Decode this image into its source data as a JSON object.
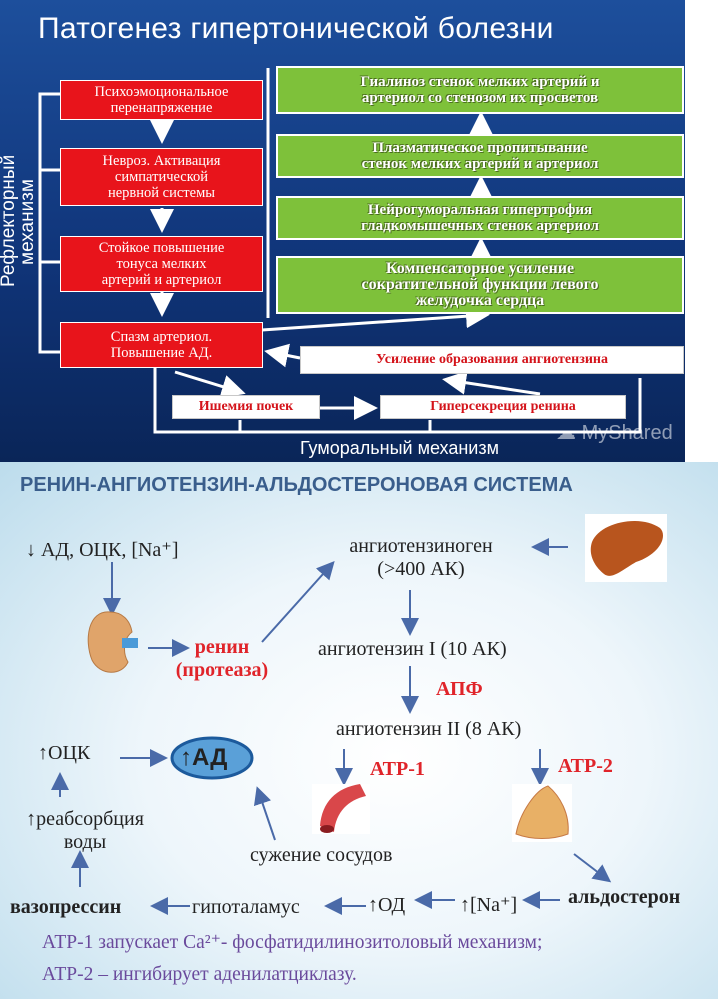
{
  "top_panel": {
    "title": "Патогенез гипертонической болезни",
    "side_label": [
      "Рефлекторный",
      "механизм"
    ],
    "bottom_label": "Гуморальный механизм",
    "watermark": "MyShared",
    "red_boxes": [
      [
        "Психоэмоциональное",
        "перенапряжение"
      ],
      [
        "Невроз. Активация",
        "симпатической",
        "нервной системы"
      ],
      [
        "Стойкое повышение",
        "тонуса мелких",
        "артерий и артериол"
      ],
      [
        "Спазм артериол.",
        "Повышение АД."
      ]
    ],
    "green_boxes": [
      [
        "Гиалиноз стенок мелких артерий и",
        "артериол со стенозом их просветов"
      ],
      [
        "Плазматическое пропитывание",
        "стенок мелких артерий и артериол"
      ],
      [
        "Нейрогуморальная гипертрофия",
        "гладкомышечных стенок артериол"
      ],
      [
        "Компенсаторное усиление",
        "сократительной функции левого",
        "желудочка сердца"
      ]
    ],
    "angiotensin_box": "Усиление образования ангиотензина",
    "ischemia_box": "Ишемия почек",
    "renin_box": "Гиперсекреция ренина"
  },
  "bottom_panel": {
    "title": "РЕНИН-АНГИОТЕНЗИН-АЛЬДОСТЕРОНОВАЯ СИСТЕМА",
    "low_bp": "АД, ОЦК, [Na⁺]",
    "angiotensinogen": [
      "ангиотензиноген",
      "(>400 АК)"
    ],
    "renin": [
      "ренин",
      "(протеаза)"
    ],
    "angiotensin1": "ангиотензин I (10 АК)",
    "apf": "АПФ",
    "angiotensin2": "ангиотензин II (8 АК)",
    "atr1": "АТР-1",
    "atr2": "АТР-2",
    "ock": "ОЦК",
    "ad": "АД",
    "reabsorption": [
      "реабсорбция",
      "воды"
    ],
    "vasoconstriction": "сужение сосудов",
    "aldosterone": "альдостерон",
    "na": "[Na⁺]",
    "od": "ОД",
    "hypothalamus": "гипоталамус",
    "vasopressin": "вазопрессин",
    "note1": "АТР-1 запускает Ca²⁺- фосфатидилинозитоловый механизм;",
    "note2": "АТР-2 – ингибирует аденилатциклазу."
  }
}
